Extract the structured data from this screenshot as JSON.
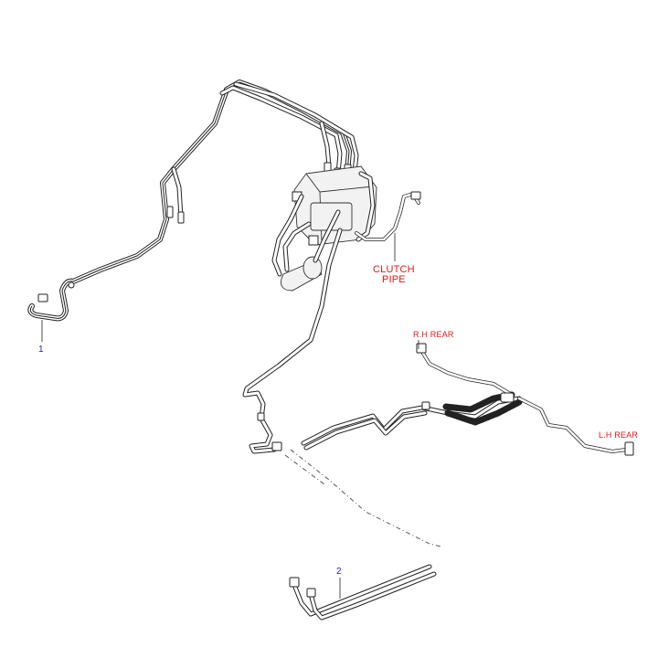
{
  "callouts": {
    "part_1": "1",
    "part_2": "2",
    "rh_rear": "R.H REAR",
    "lh_rear": "L.H REAR",
    "clutch_line1": "CLUTCH",
    "clutch_line2": "PIPE"
  },
  "colors": {
    "number_labels": "#1a1adb",
    "text_labels": "#e01818",
    "lines": "#222222"
  }
}
